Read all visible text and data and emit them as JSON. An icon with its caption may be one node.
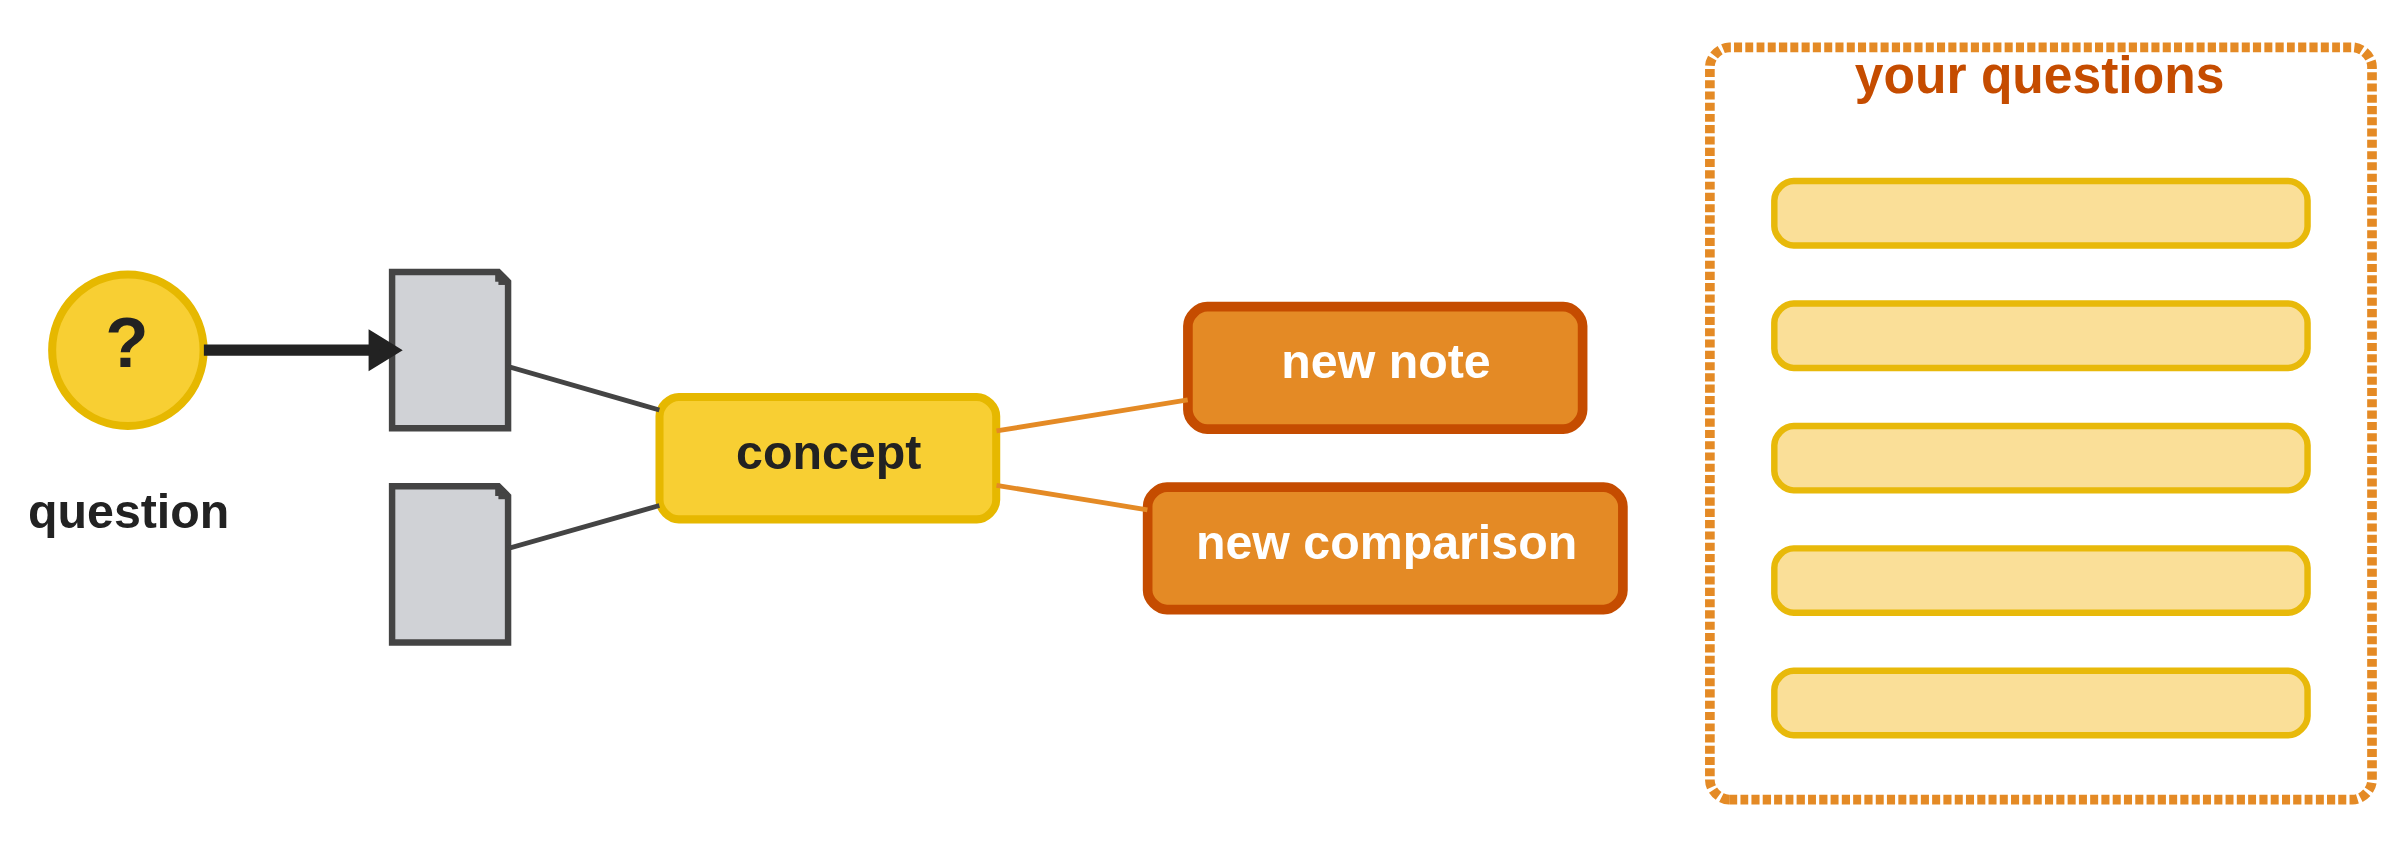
{
  "diagram": {
    "nodes": [
      {
        "text": [
          "?"
        ],
        "beside": [
          "question"
        ]
      },
      {
        "text": [],
        "shape": "document"
      },
      {
        "text": [],
        "shape": "document"
      },
      {
        "text": [
          "concept"
        ]
      },
      {
        "text": [
          "new note"
        ]
      },
      {
        "text": [
          "new comparison"
        ]
      },
      {
        "text": [
          "your questions"
        ]
      },
      {
        "text": [],
        "shape": "bar",
        "in": 6
      },
      {
        "text": [],
        "shape": "bar",
        "in": 6
      },
      {
        "text": [],
        "shape": "bar",
        "in": 6
      },
      {
        "text": [],
        "shape": "bar",
        "in": 6
      },
      {
        "text": [],
        "shape": "bar",
        "in": 6
      }
    ],
    "edges": [
      {
        "from": 0,
        "to": 1,
        "arrow": "to",
        "style": "thick"
      },
      {
        "from": 1,
        "to": 3,
        "arrow": "none"
      },
      {
        "from": 2,
        "to": 3,
        "arrow": "none"
      },
      {
        "from": 3,
        "to": 4,
        "arrow": "none",
        "color": "#e48a25"
      },
      {
        "from": 3,
        "to": 5,
        "arrow": "none",
        "color": "#e48a25"
      }
    ]
  }
}
